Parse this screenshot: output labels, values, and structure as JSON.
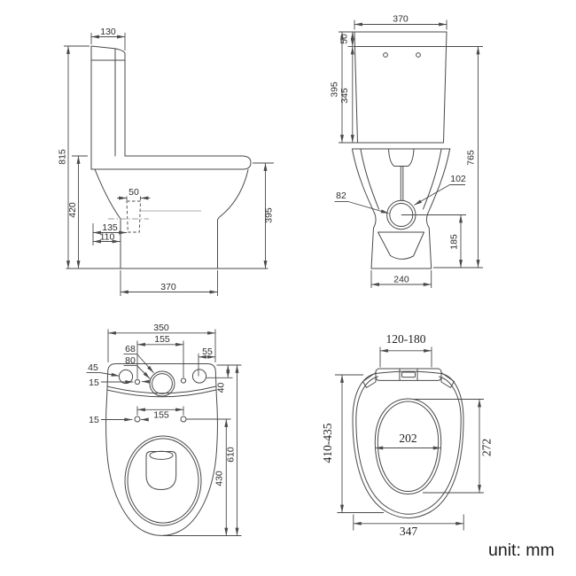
{
  "colors": {
    "line": "#4a4a4a",
    "label_text": "#2e2e2e",
    "unit_text": "#1b1b1b",
    "background": "#ffffff"
  },
  "footer": {
    "unit_label": "unit: mm"
  },
  "views": {
    "side": {
      "dims": {
        "tank_depth": "130",
        "total_height": "815",
        "bowl_height": "420",
        "fixing_width": "50",
        "fixing_depth": "135",
        "trap_offset": "110",
        "base_depth": "370",
        "rim_height": "395"
      }
    },
    "front": {
      "dims": {
        "tank_width": "370",
        "lid_height": "50",
        "tank_height": "395",
        "tank_body_height": "345",
        "total_height": "765",
        "outlet_inner_dia": "82",
        "outlet_outer_dia": "102",
        "outlet_center_height": "185",
        "base_width": "240"
      }
    },
    "top": {
      "dims": {
        "width": "350",
        "top_hole_spacing": "155",
        "flush_hole_inner": "68",
        "flush_hole_outer": "80",
        "corner_offset": "55",
        "inlet_hole_dia": "45",
        "top_hole_dia": "15",
        "back_offset": "40",
        "fixing_hole_spacing": "155",
        "fixing_hole_dia": "15",
        "total_length": "610",
        "bowl_front_length": "430"
      }
    },
    "seat": {
      "dims": {
        "hinge_width_range": "120-180",
        "seat_length_range": "410-435",
        "opening_width": "202",
        "opening_length": "272",
        "seat_width": "347"
      }
    }
  }
}
